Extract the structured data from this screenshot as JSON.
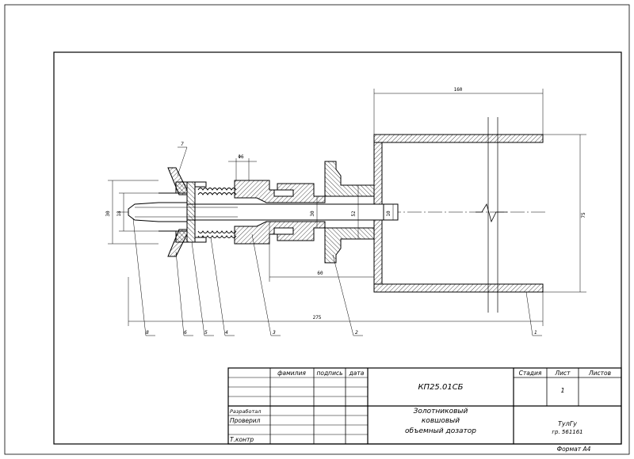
{
  "drawing": {
    "dimensions": {
      "d160": "160",
      "d6": "Φ6",
      "d30_left": "30",
      "d18": "18",
      "d30_mid": "30",
      "d52": "52",
      "d10": "10",
      "d75": "75",
      "d60": "60",
      "d275": "275"
    },
    "leaders": [
      "7",
      "8",
      "6",
      "5",
      "4",
      "3",
      "2",
      "1"
    ]
  },
  "title_block": {
    "col_surname": "фамилия",
    "col_signature": "подпись",
    "col_date": "дата",
    "designation": "КП25.01СБ",
    "col_stage": "Стадия",
    "col_sheet": "Лист",
    "col_sheets": "Листов",
    "sheet_number": "1",
    "row_developed": "Разработал",
    "row_checked": "Проверил",
    "row_tcontrol": "Т.контр",
    "title_line1": "Золотниковый",
    "title_line2": "ковшовый",
    "title_line3": "объемный дозатор",
    "org_line1": "ТулГу",
    "org_line2": "гр. 561161",
    "format": "Формат А4"
  }
}
